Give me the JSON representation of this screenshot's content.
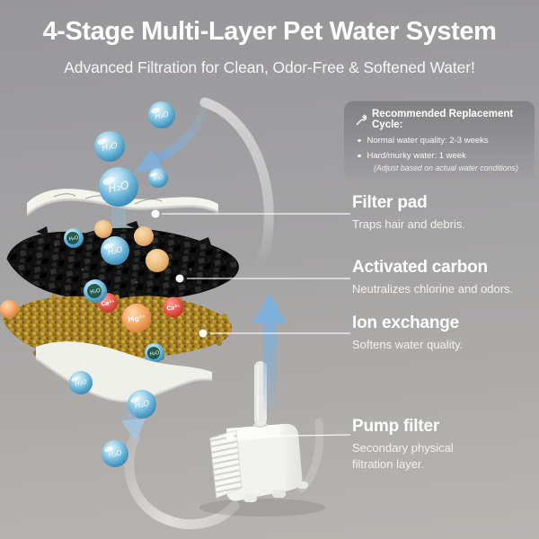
{
  "header": {
    "title": "4-Stage Multi-Layer Pet Water System",
    "subtitle": "Advanced Filtration for Clean, Odor-Free & Softened Water!"
  },
  "replacement": {
    "icon": "wrench-icon",
    "heading": "Recommended Replacement Cycle:",
    "bullets": [
      "Normal water quality: 2-3 weeks",
      "Hard/murky water: 1 week"
    ],
    "note": "(Adjust based on actual water conditions)"
  },
  "stages": [
    {
      "name": "Filter pad",
      "description": "Traps hair and debris."
    },
    {
      "name": "Activated carbon",
      "description": "Neutralizes chlorine and odors."
    },
    {
      "name": "Ion exchange",
      "description": "Softens water quality."
    },
    {
      "name": "Pump filter",
      "description": "Secondary physical filtration layer."
    }
  ],
  "diagram": {
    "droplet_label": "H₂O",
    "ion_labels": {
      "calcium": "Ca²⁺",
      "magnesium": "Mg²⁺"
    },
    "colors": {
      "arrow_blue": "#7fb0da",
      "droplet_blue": "#55a5cd",
      "carbon_black": "#131313",
      "resin_gold": "#a8862a",
      "calcium_red": "#d8433b",
      "magnesium_orange": "#ef9c60",
      "background_top": "#97969a",
      "background_bottom": "#b7b5b0",
      "text_white": "#ffffff"
    }
  }
}
